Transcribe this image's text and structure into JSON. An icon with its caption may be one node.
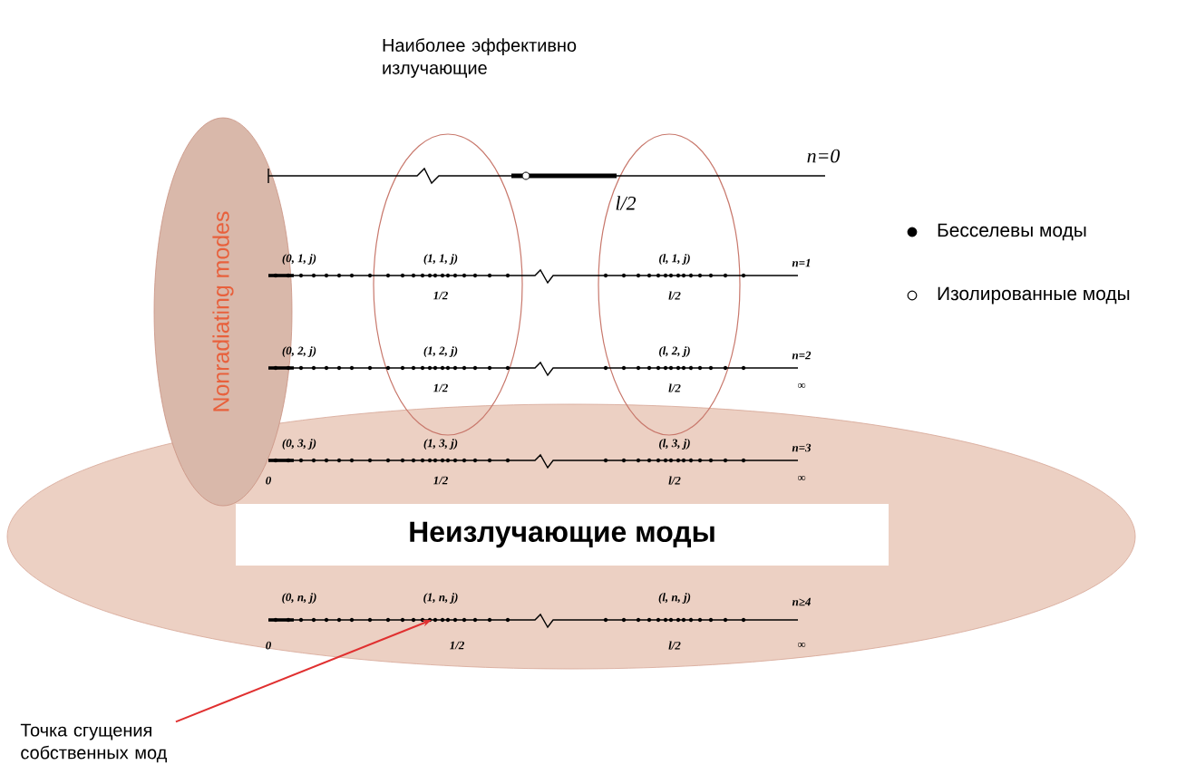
{
  "diagram": {
    "nodes": [
      {
        "text": [
          "Nonradiating modes"
        ]
      },
      {
        "text": [],
        "shape": "ellipse"
      },
      {
        "text": [],
        "shape": "ellipse"
      },
      {
        "text": [
          "Неизлучающие моды"
        ]
      },
      {
        "text": [
          "Точка сгущения собственных мод"
        ]
      }
    ],
    "edges": [
      {
        "from": 4,
        "to": 3,
        "arrow": "to"
      }
    ],
    "labels": [
      "Наиболее эффективно излучающие",
      "n=0",
      "l/2",
      "(0, 1, j)",
      "(1, 1, j)",
      "1/2",
      "(l, 1, j)",
      "l/2",
      "n=1",
      "(0, 2, j)",
      "(1, 2, j)",
      "1/2",
      "(l, 2, j)",
      "l/2",
      "n=2",
      "∞",
      "(0, 3, j)",
      "(1, 3, j)",
      "0",
      "1/2",
      "(l, 3, j)",
      "l/2",
      "n=3",
      "∞",
      "(0, n, j)",
      "(1, n, j)",
      "0",
      "1/2",
      "(l, n, j)",
      "l/2",
      "n≥4",
      "∞"
    ],
    "legend": [
      {
        "text": "Бесселевы моды"
      },
      {
        "text": "Изолированные моды"
      }
    ]
  }
}
